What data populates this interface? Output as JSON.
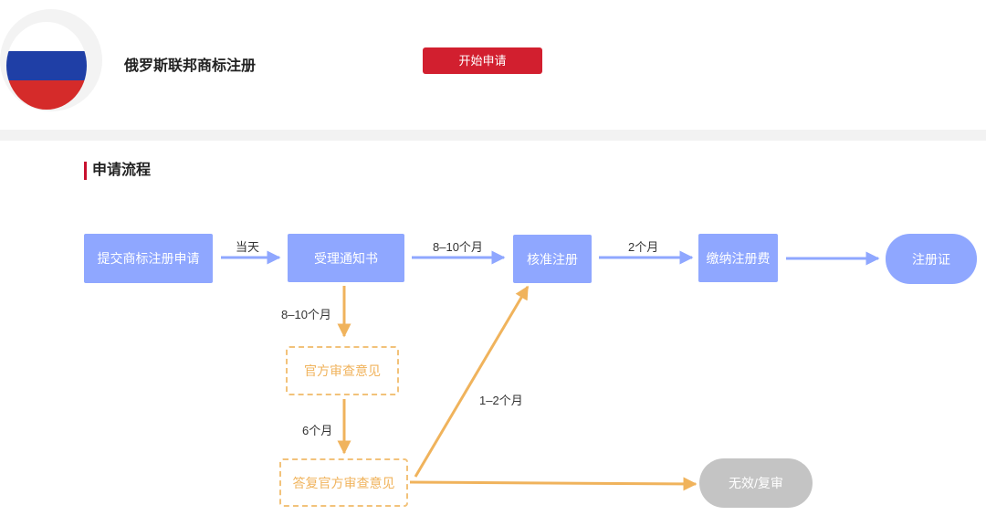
{
  "header": {
    "title": "俄罗斯联邦商标注册",
    "start_button": "开始申请",
    "flag_colors": [
      "#ffffff",
      "#1f3fa6",
      "#d52b2a"
    ]
  },
  "section": {
    "title": "申请流程"
  },
  "flow": {
    "nodes": {
      "submit": "提交商标注册申请",
      "notice": "受理通知书",
      "approve": "核准注册",
      "pay": "缴纳注册费",
      "certificate": "注册证",
      "exam_opinion": "官方审查意见",
      "reply_opinion": "答复官方审查意见",
      "invalid": "无效/复审"
    },
    "edges": {
      "submit_notice": "当天",
      "notice_approve": "8–10个月",
      "approve_pay": "2个月",
      "notice_exam": "8–10个月",
      "exam_reply": "6个月",
      "reply_approve": "1–2个月"
    },
    "colors": {
      "blue": "#8fa7ff",
      "orange": "#f0b35c",
      "gray": "#c4c4c4"
    }
  }
}
